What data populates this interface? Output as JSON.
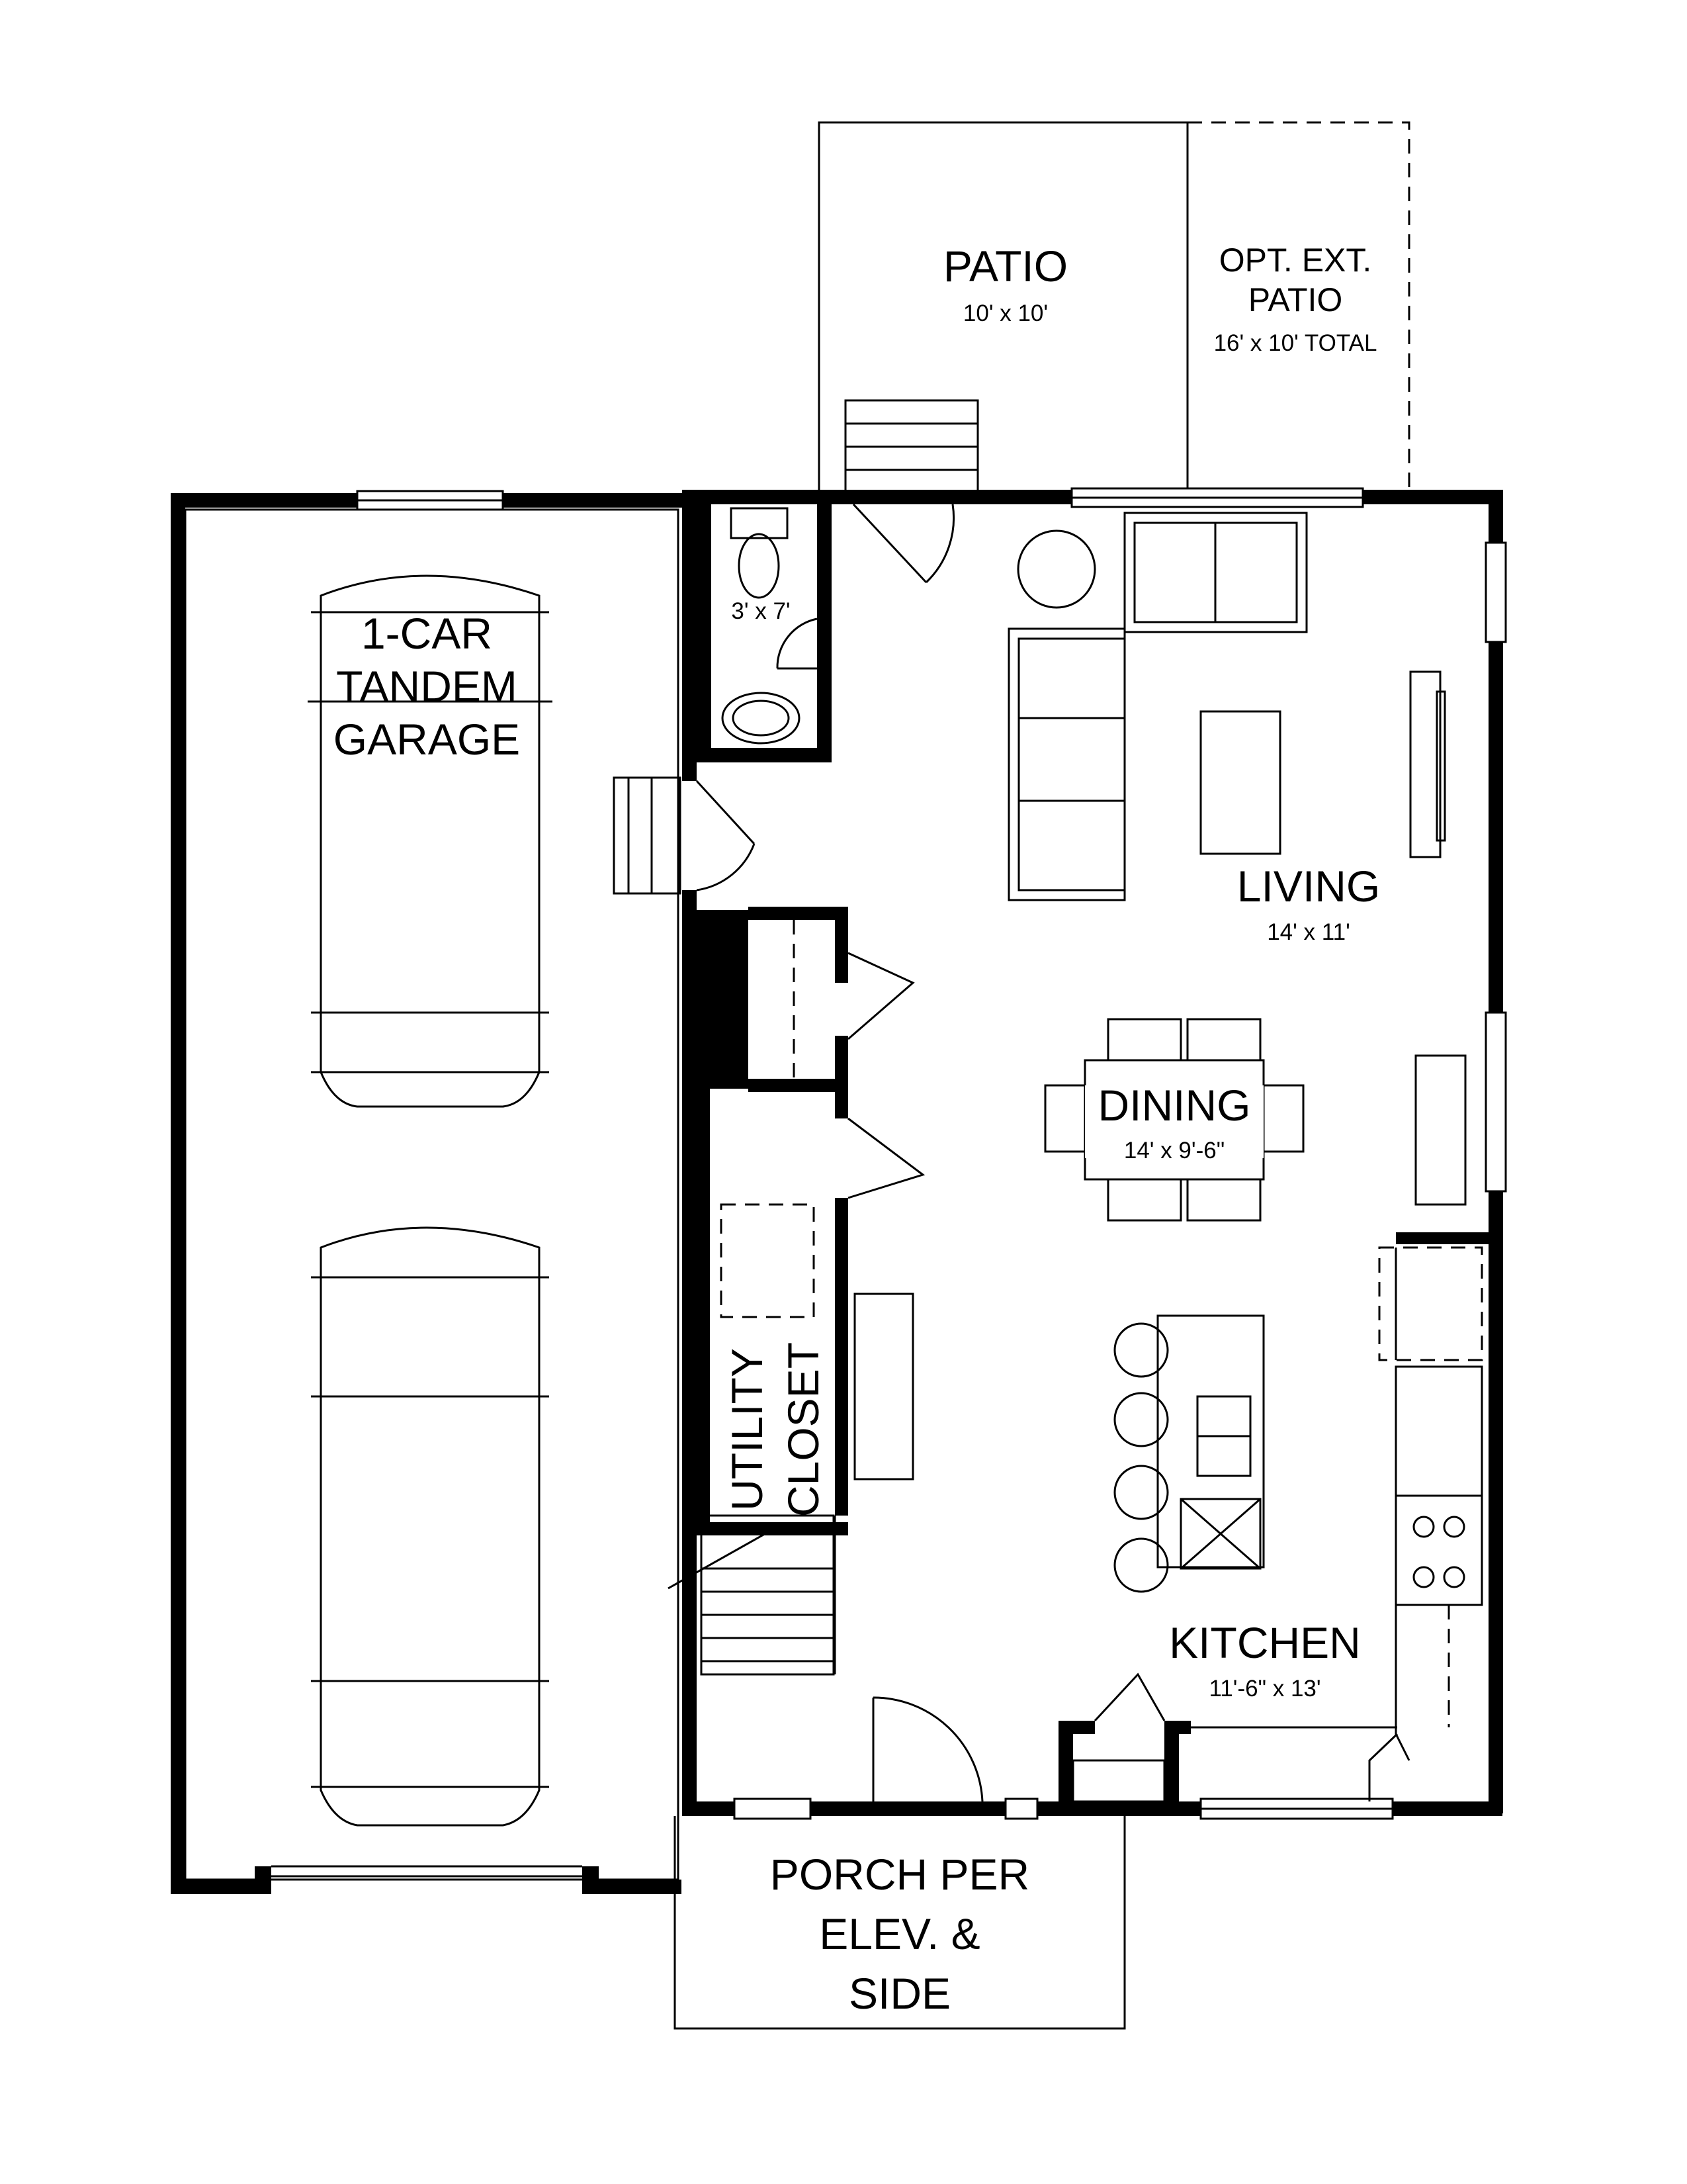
{
  "rooms": {
    "patio": {
      "name": "PATIO",
      "size": "10' x 10'"
    },
    "opt_patio": {
      "name_line1": "OPT. EXT.",
      "name_line2": "PATIO",
      "size": "16' x 10' TOTAL"
    },
    "powder": {
      "size": "3' x 7'"
    },
    "garage": {
      "line1": "1-CAR",
      "line2": "TANDEM",
      "line3": "GARAGE"
    },
    "living": {
      "name": "LIVING",
      "size": "14' x 11'"
    },
    "dining": {
      "name": "DINING",
      "size": "14' x 9'-6\""
    },
    "utility": {
      "line1": "UTILITY",
      "line2": "CLOSET"
    },
    "kitchen": {
      "name": "KITCHEN",
      "size": "11'-6\" x 13'"
    },
    "porch": {
      "line1": "PORCH PER",
      "line2": "ELEV. &",
      "line3": "SIDE"
    }
  },
  "colors": {
    "ink": "#000000",
    "paper": "#ffffff"
  }
}
